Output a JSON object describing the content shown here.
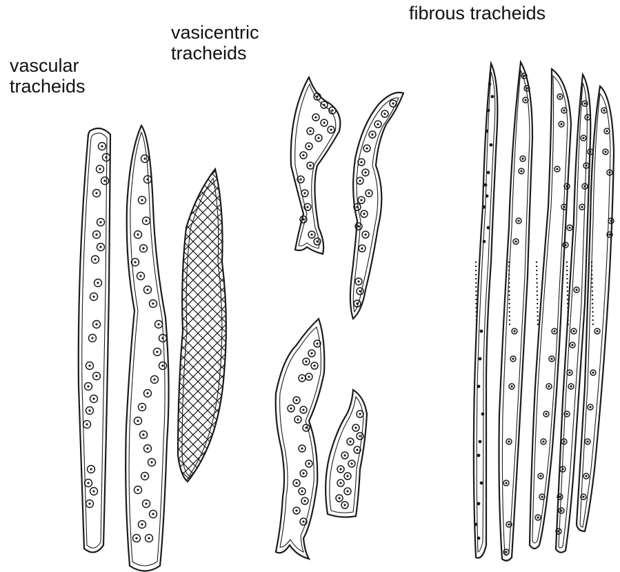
{
  "labels": {
    "vascular_line1": "vascular",
    "vascular_line2": "tracheids",
    "vasicentric_line1": "vasicentric",
    "vasicentric_line2": "tracheids",
    "fibrous": "fibrous tracheids"
  },
  "colors": {
    "ink": "#1a1a1a",
    "background": "#ffffff"
  }
}
